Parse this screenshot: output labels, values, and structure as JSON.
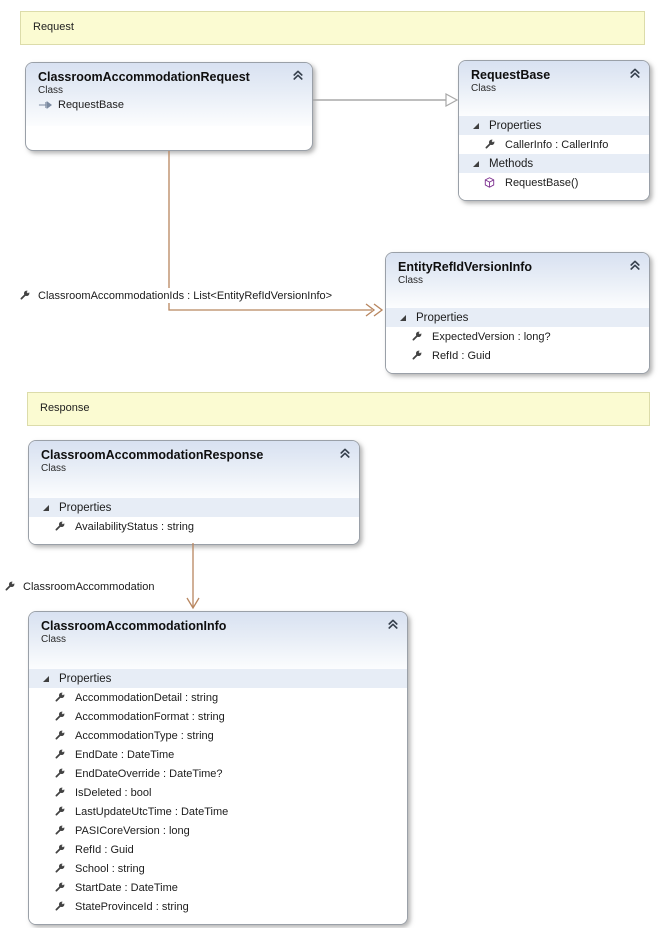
{
  "comments": {
    "request": "Request",
    "response": "Response"
  },
  "classes": {
    "request": {
      "name": "ClassroomAccommodationRequest",
      "kind": "Class",
      "inherits": "RequestBase"
    },
    "request_base": {
      "name": "RequestBase",
      "kind": "Class",
      "properties_label": "Properties",
      "methods_label": "Methods",
      "properties": [
        "CallerInfo : CallerInfo"
      ],
      "methods": [
        "RequestBase()"
      ]
    },
    "entity_ref": {
      "name": "EntityRefIdVersionInfo",
      "kind": "Class",
      "properties_label": "Properties",
      "properties": [
        "ExpectedVersion : long?",
        "RefId : Guid"
      ]
    },
    "response": {
      "name": "ClassroomAccommodationResponse",
      "kind": "Class",
      "properties_label": "Properties",
      "properties": [
        "AvailabilityStatus : string"
      ]
    },
    "info": {
      "name": "ClassroomAccommodationInfo",
      "kind": "Class",
      "properties_label": "Properties",
      "properties": [
        "AccommodationDetail : string",
        "AccommodationFormat : string",
        "AccommodationType : string",
        "EndDate : DateTime",
        "EndDateOverride : DateTime?",
        "IsDeleted : bool",
        "LastUpdateUtcTime : DateTime",
        "PASICoreVersion : long",
        "RefId : Guid",
        "School : string",
        "StartDate : DateTime",
        "StateProvinceId : string"
      ]
    }
  },
  "connector_labels": {
    "ids": "ClassroomAccommodationIds : List<EntityRefIdVersionInfo>",
    "accommodation": "ClassroomAccommodation"
  },
  "colors": {
    "comment_bg": "#fbfbd2",
    "comment_border": "#dcdcaa",
    "association_line": "#b8865f",
    "inheritance_line": "#a8a8a8",
    "section_band": "#e7edf6",
    "header_gradient_top": "#d8e1f1",
    "box_border": "#9aa0a8"
  }
}
